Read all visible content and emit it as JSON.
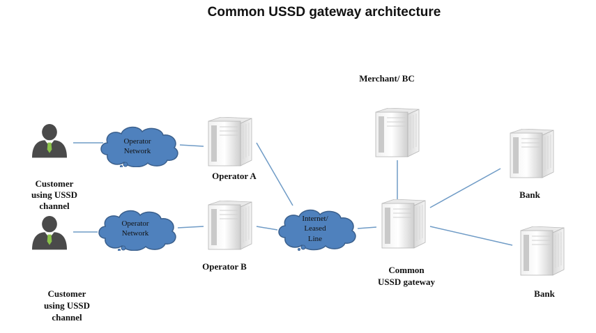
{
  "title": "Common USSD gateway architecture",
  "customers": [
    {
      "label_lines": [
        "Customer",
        "using USSD",
        "channel"
      ]
    },
    {
      "label_lines": [
        "Customer",
        "using USSD",
        "channel"
      ]
    }
  ],
  "clouds": {
    "operator_network_a": [
      "Operator",
      "Network"
    ],
    "operator_network_b": [
      "Operator",
      "Network"
    ],
    "internet": [
      "Internet/",
      "Leased",
      "Line"
    ]
  },
  "servers": {
    "operator_a": "Operator A",
    "operator_b": "Operator B",
    "merchant": "Merchant/ BC",
    "gateway": [
      "Common",
      "USSD gateway"
    ],
    "bank_1": "Bank",
    "bank_2": "Bank"
  },
  "colors": {
    "cloud_fill": "#4f81bd",
    "cloud_stroke": "#3a5f8c",
    "link": "#6f9bc6",
    "person_body": "#4a4a4a",
    "tie": "#8bc34a"
  }
}
